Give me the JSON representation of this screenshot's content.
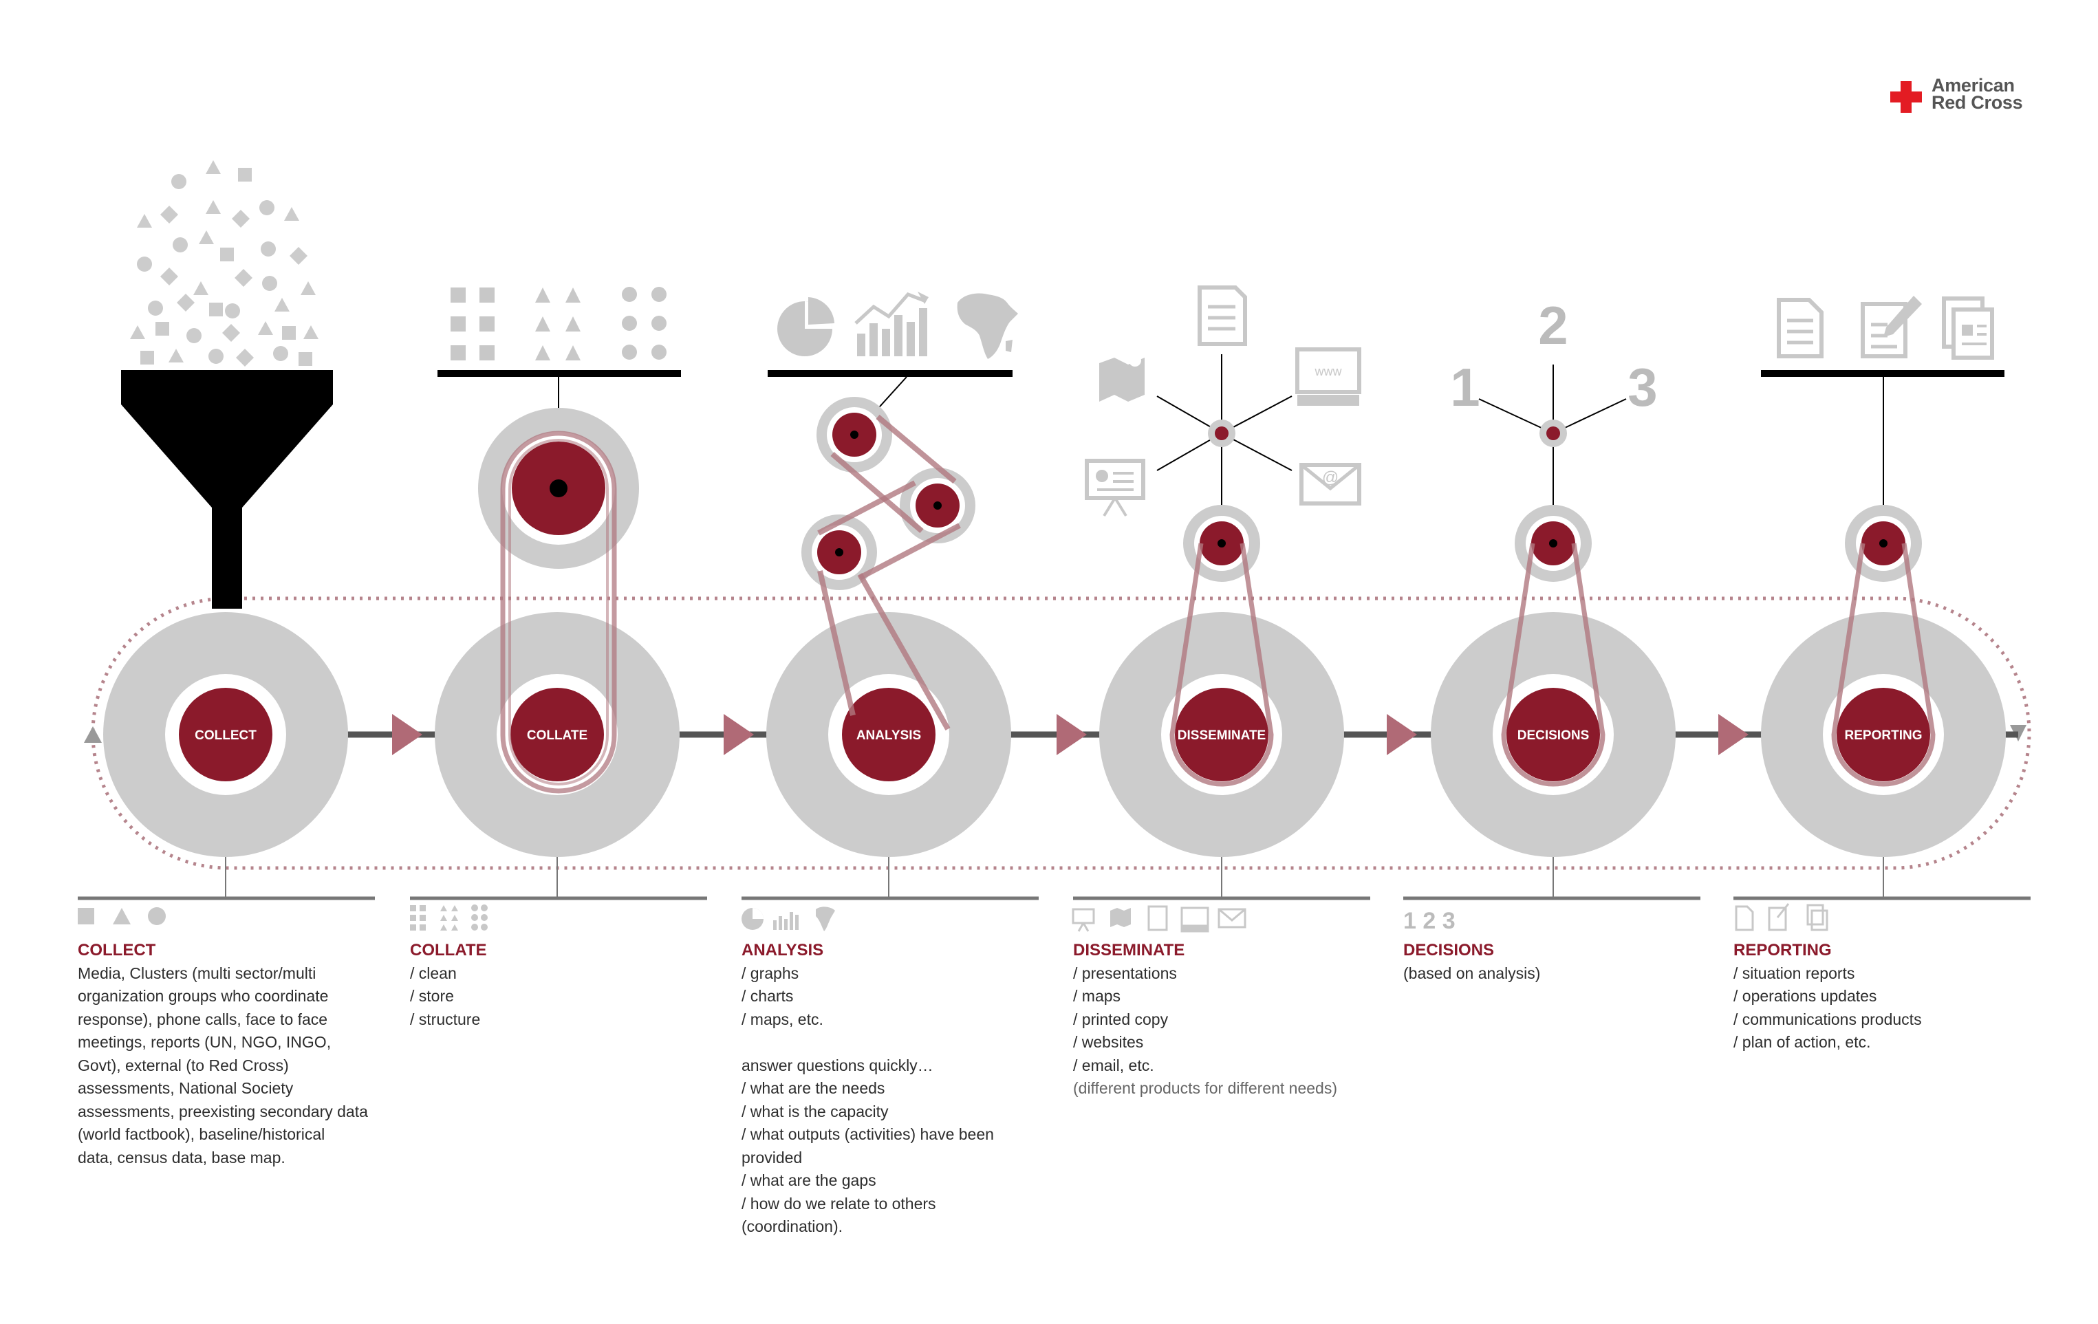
{
  "brand": {
    "line1": "American",
    "line2": "Red Cross"
  },
  "colors": {
    "accent": "#8b1a2b",
    "gray_circle": "#cccccc",
    "light_icon": "#c8c8c8",
    "brand_red": "#e31c23"
  },
  "steps": [
    {
      "node_label": "COLLECT",
      "icons": [
        "square-icon",
        "triangle-icon",
        "circle-icon"
      ]
    },
    {
      "node_label": "COLLATE",
      "icons": [
        "grid-squares-icon",
        "grid-triangles-icon",
        "grid-dots-icon"
      ]
    },
    {
      "node_label": "ANALYSIS",
      "icons": [
        "pie-chart-icon",
        "bar-chart-icon",
        "africa-map-icon"
      ]
    },
    {
      "node_label": "DISSEMINATE",
      "icons": [
        "presentation-icon",
        "map-icon",
        "document-icon",
        "website-icon",
        "email-icon"
      ]
    },
    {
      "node_label": "DECISIONS",
      "icons": [
        "number-1",
        "number-2",
        "number-3"
      ]
    },
    {
      "node_label": "REPORTING",
      "icons": [
        "report-icon",
        "edit-report-icon",
        "documents-icon"
      ]
    }
  ],
  "decision_numbers": [
    "1",
    "2",
    "3"
  ],
  "website_icon_text": "www",
  "email_icon_text": "@",
  "columns": [
    {
      "icons_text": "",
      "title": "COLLECT",
      "lines": [
        "Media, Clusters (multi sector/multi",
        "organization groups who coordinate",
        "response), phone calls, face to face",
        "meetings, reports (UN, NGO, INGO,",
        "Govt), external (to Red Cross)",
        "assessments, National Society",
        "assessments, preexisting secondary data",
        "(world factbook), baseline/historical",
        "data, census data, base map."
      ]
    },
    {
      "icons_text": "",
      "title": "COLLATE",
      "lines": [
        "/ clean",
        "/ store",
        "/ structure"
      ]
    },
    {
      "icons_text": "",
      "title": "ANALYSIS",
      "lines": [
        "/ graphs",
        "/ charts",
        "/ maps, etc.",
        "",
        "answer questions quickly…",
        "/ what are the needs",
        "/ what is the capacity",
        "/ what outputs (activities) have been",
        "provided",
        "/ what are the gaps",
        "/ how do we relate to others",
        "(coordination)."
      ]
    },
    {
      "icons_text": "",
      "title": "DISSEMINATE",
      "lines": [
        "/ presentations",
        "/ maps",
        "/ printed copy",
        "/ websites",
        "/ email, etc.",
        "(different products for different needs)"
      ]
    },
    {
      "icons_text": "1 2 3",
      "title": "DECISIONS",
      "lines": [
        "(based on analysis)"
      ]
    },
    {
      "icons_text": "",
      "title": "REPORTING",
      "lines": [
        "/ situation reports",
        "/ operations updates",
        "/ communications products",
        "/ plan of action, etc."
      ]
    }
  ]
}
